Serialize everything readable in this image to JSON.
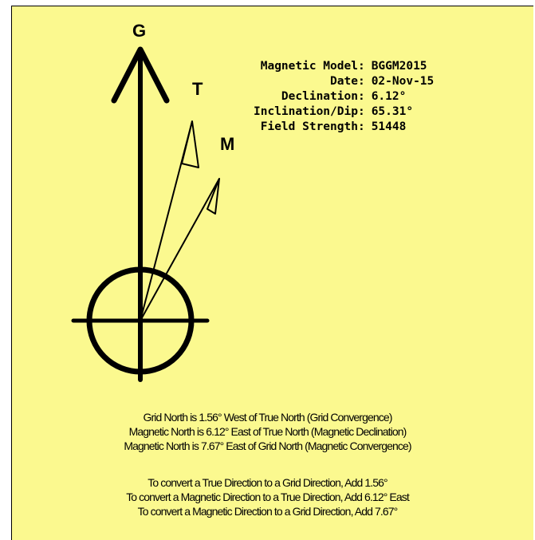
{
  "diagram": {
    "labels": {
      "grid": "G",
      "true": "T",
      "magnetic": "M"
    },
    "grid_convergence_deg": 1.56,
    "declination_deg": 6.12,
    "magnetic_convergence_deg": 7.67
  },
  "info": {
    "rows": [
      {
        "key": "Magnetic Model:",
        "value": "BGGM2015"
      },
      {
        "key": "Date:",
        "value": "02-Nov-15"
      },
      {
        "key": "Declination:",
        "value": "6.12°"
      },
      {
        "key": "Inclination/Dip:",
        "value": "65.31°"
      },
      {
        "key": "Field Strength:",
        "value": "51448"
      }
    ]
  },
  "notes": {
    "relations": [
      "Grid North is 1.56° West of True North (Grid Convergence)",
      "Magnetic North is 6.12° East of True North (Magnetic Declination)",
      "Magnetic North is 7.67° East of Grid North (Magnetic Convergence)"
    ],
    "conversions": [
      "To convert a True Direction to a Grid Direction, Add 1.56°",
      "To convert a Magnetic Direction to a True Direction, Add 6.12° East",
      "To convert a Magnetic Direction to a Grid Direction, Add 7.67°"
    ]
  },
  "colors": {
    "background": "#fbf98f",
    "ink": "#000000"
  }
}
